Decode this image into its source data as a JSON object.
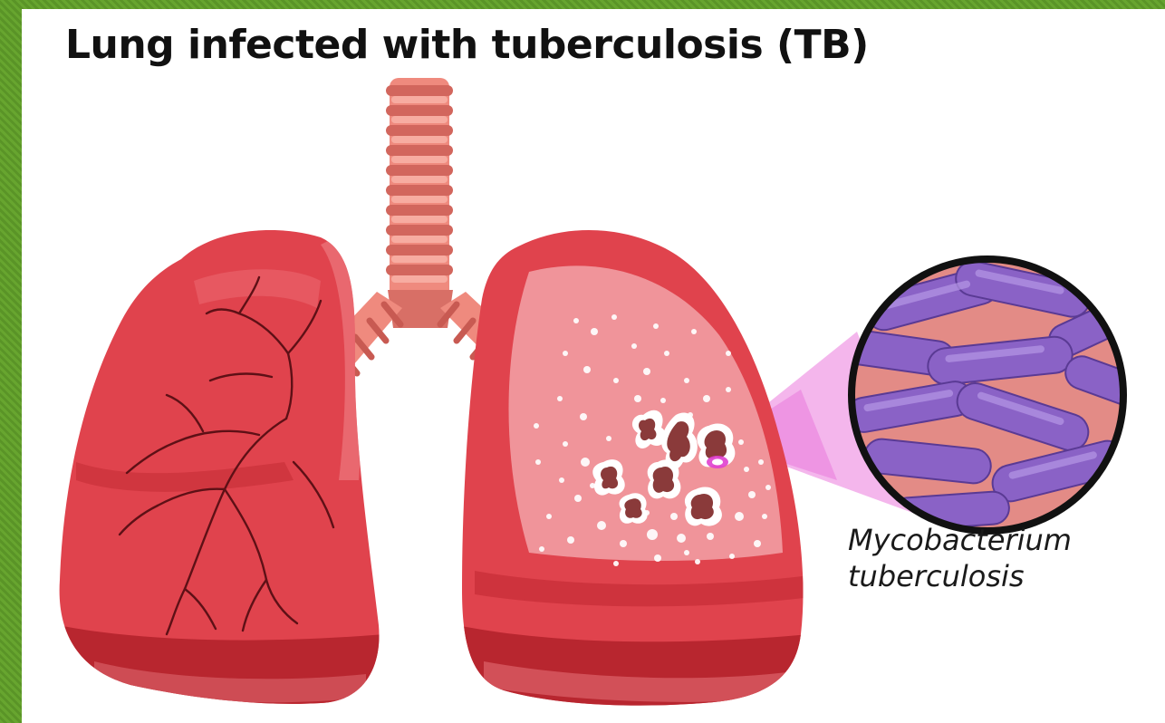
{
  "title": "Lung infected with tuberculosis (TB)",
  "caption": {
    "line1": "Mycobacterium",
    "line2": "tuberculosis"
  },
  "colors": {
    "frame": "#5f9b2a",
    "lung_main": "#e0434d",
    "lung_dark": "#b8262f",
    "lung_light": "#f1868c",
    "trachea": "#ef8a7e",
    "trachea_dark": "#c85a52",
    "bacteria": "#8a62c6",
    "bacteria_bg": "#e38b86",
    "magnifier_cone": "#f2a9e9",
    "vessel": "#5e1016"
  }
}
